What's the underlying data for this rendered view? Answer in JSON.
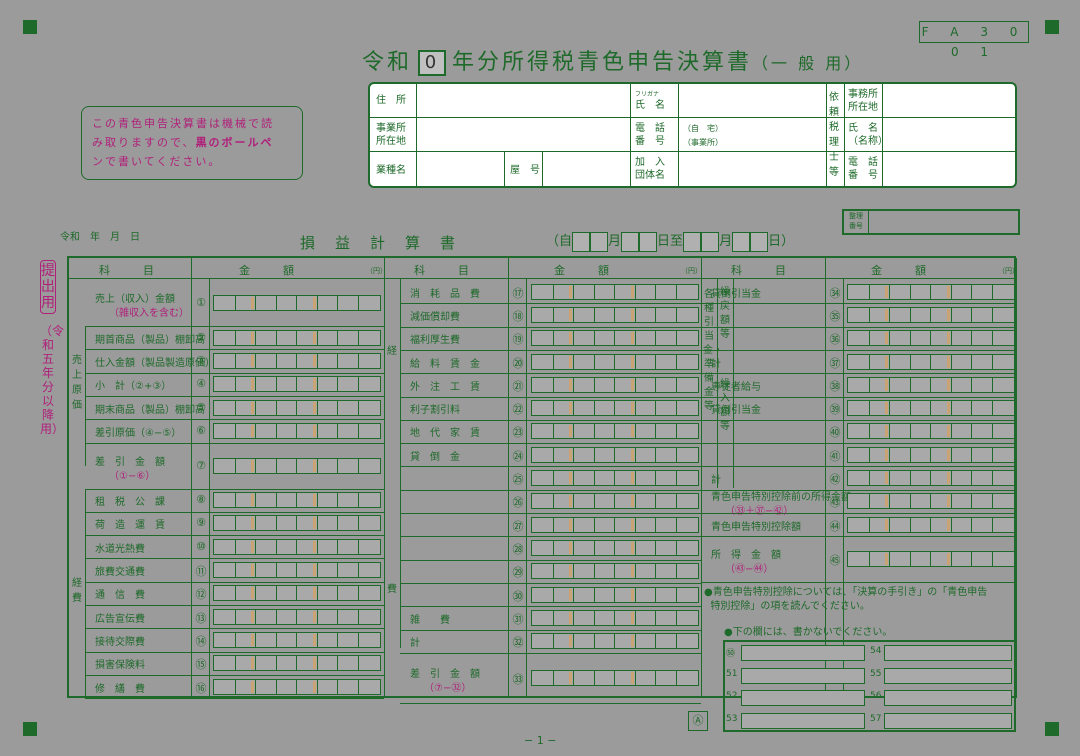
{
  "form_code": "F A 3 0 0 1",
  "title": {
    "prefix": "令和",
    "year_digit": "0",
    "main": "年分所得税青色申告決算書",
    "suffix": "（一 般 用）"
  },
  "header": {
    "address": "住　所",
    "furigana": "フリガナ",
    "name": "氏　名",
    "office": "事業所\n所在地",
    "phone": "電　話\n番　号",
    "phone_home": "（自　宅）",
    "phone_office": "（事業所）",
    "business": "業種名",
    "shop": "屋　号",
    "group": "加　入\n団体名",
    "tax_agent_label": "依頼税理士等",
    "agent_office": "事務所\n所在地",
    "agent_name": "氏　名\n（名称）",
    "agent_phone": "電　話\n番　号"
  },
  "notice": {
    "line1": "この青色申告決算書は機械で読",
    "line2": "み取りますので、",
    "bold": "黒のボールペ",
    "line3": "ンで書いてください。"
  },
  "date_line": "令和　年　月　日",
  "subtitle": "損益計算書",
  "period": {
    "open": "（自",
    "m": "月",
    "d": "日",
    "to": "至",
    "m2": "月",
    "d2": "日）"
  },
  "seiri_label": "整理\n番号",
  "side": {
    "label": "提出用",
    "note": "（令和五年分以降用）"
  },
  "col_headers": {
    "kamoku": "科　　　目",
    "kingaku": "金　　　額",
    "yen": "（円）"
  },
  "col1": [
    {
      "n": "①",
      "label": "売上（収入）金額",
      "sub": "（雑収入を含む）"
    },
    {
      "n": "②",
      "label": "期首商品（製品）棚卸高"
    },
    {
      "n": "③",
      "label": "仕入金額（製品製造原価）"
    },
    {
      "n": "④",
      "label": "小　計（②+③）"
    },
    {
      "n": "⑤",
      "label": "期末商品（製品）棚卸高"
    },
    {
      "n": "⑥",
      "label": "差引原価（④−⑤）"
    },
    {
      "n": "⑦",
      "label": "差　引　金　額",
      "sub": "（①−⑥）"
    },
    {
      "n": "⑧",
      "label": "租　税　公　課"
    },
    {
      "n": "⑨",
      "label": "荷　造　運　賃"
    },
    {
      "n": "⑩",
      "label": "水道光熱費"
    },
    {
      "n": "⑪",
      "label": "旅費交通費"
    },
    {
      "n": "⑫",
      "label": "通　信　費"
    },
    {
      "n": "⑬",
      "label": "広告宣伝費"
    },
    {
      "n": "⑭",
      "label": "接待交際費"
    },
    {
      "n": "⑮",
      "label": "損害保険料"
    },
    {
      "n": "⑯",
      "label": "修　繕　費"
    }
  ],
  "col1_groups": {
    "genka": "売上原価",
    "keihi": "経費"
  },
  "col2": [
    {
      "n": "⑰",
      "label": "消　耗　品　費"
    },
    {
      "n": "⑱",
      "label": "減価償却費"
    },
    {
      "n": "⑲",
      "label": "福利厚生費"
    },
    {
      "n": "⑳",
      "label": "給　料　賃　金"
    },
    {
      "n": "㉑",
      "label": "外　注　工　賃"
    },
    {
      "n": "㉒",
      "label": "利子割引料"
    },
    {
      "n": "㉓",
      "label": "地　代　家　賃"
    },
    {
      "n": "㉔",
      "label": "貸　倒　金"
    },
    {
      "n": "㉕",
      "label": ""
    },
    {
      "n": "㉖",
      "label": ""
    },
    {
      "n": "㉗",
      "label": ""
    },
    {
      "n": "㉘",
      "label": ""
    },
    {
      "n": "㉙",
      "label": ""
    },
    {
      "n": "㉚",
      "label": ""
    },
    {
      "n": "㉛",
      "label": "雑　　費"
    },
    {
      "n": "㉜",
      "label": "計"
    },
    {
      "n": "㉝",
      "label": "差　引　金　額",
      "sub": "（⑦−㉜）"
    }
  ],
  "col2_groups": {
    "kei": "経",
    "hi": "費"
  },
  "col3": [
    {
      "n": "㉞",
      "label": "貸倒引当金"
    },
    {
      "n": "㉟",
      "label": ""
    },
    {
      "n": "㊱",
      "label": ""
    },
    {
      "n": "㊲",
      "label": "計"
    },
    {
      "n": "㊳",
      "label": "専従者給与"
    },
    {
      "n": "㊴",
      "label": "貸倒引当金"
    },
    {
      "n": "㊵",
      "label": ""
    },
    {
      "n": "㊶",
      "label": ""
    },
    {
      "n": "㊷",
      "label": "計"
    },
    {
      "n": "㊸",
      "label": "青色申告特別控除前の所得金額",
      "sub": "（㉝＋㊲−㊷）"
    },
    {
      "n": "㊹",
      "label": "青色申告特別控除額"
    },
    {
      "n": "㊺",
      "label": "所　得　金　額",
      "sub": "（㊸−㊹）"
    }
  ],
  "col3_groups": {
    "g1": "各種引当金・準備金等",
    "g2": "繰戻額等",
    "g3": "繰入額等"
  },
  "notes": {
    "n1": "●青色申告特別控除については、「決算の手引き」の「青色申告",
    "n2": "特別控除」の項を読んでください。",
    "n3": "●下の欄には、書かないでください。"
  },
  "bottom_codes": {
    "l": [
      "㊿",
      "51",
      "52",
      "53"
    ],
    "r": [
      "54",
      "55",
      "56",
      "57"
    ],
    "a": "Ⓐ"
  },
  "page": "− 1 −"
}
